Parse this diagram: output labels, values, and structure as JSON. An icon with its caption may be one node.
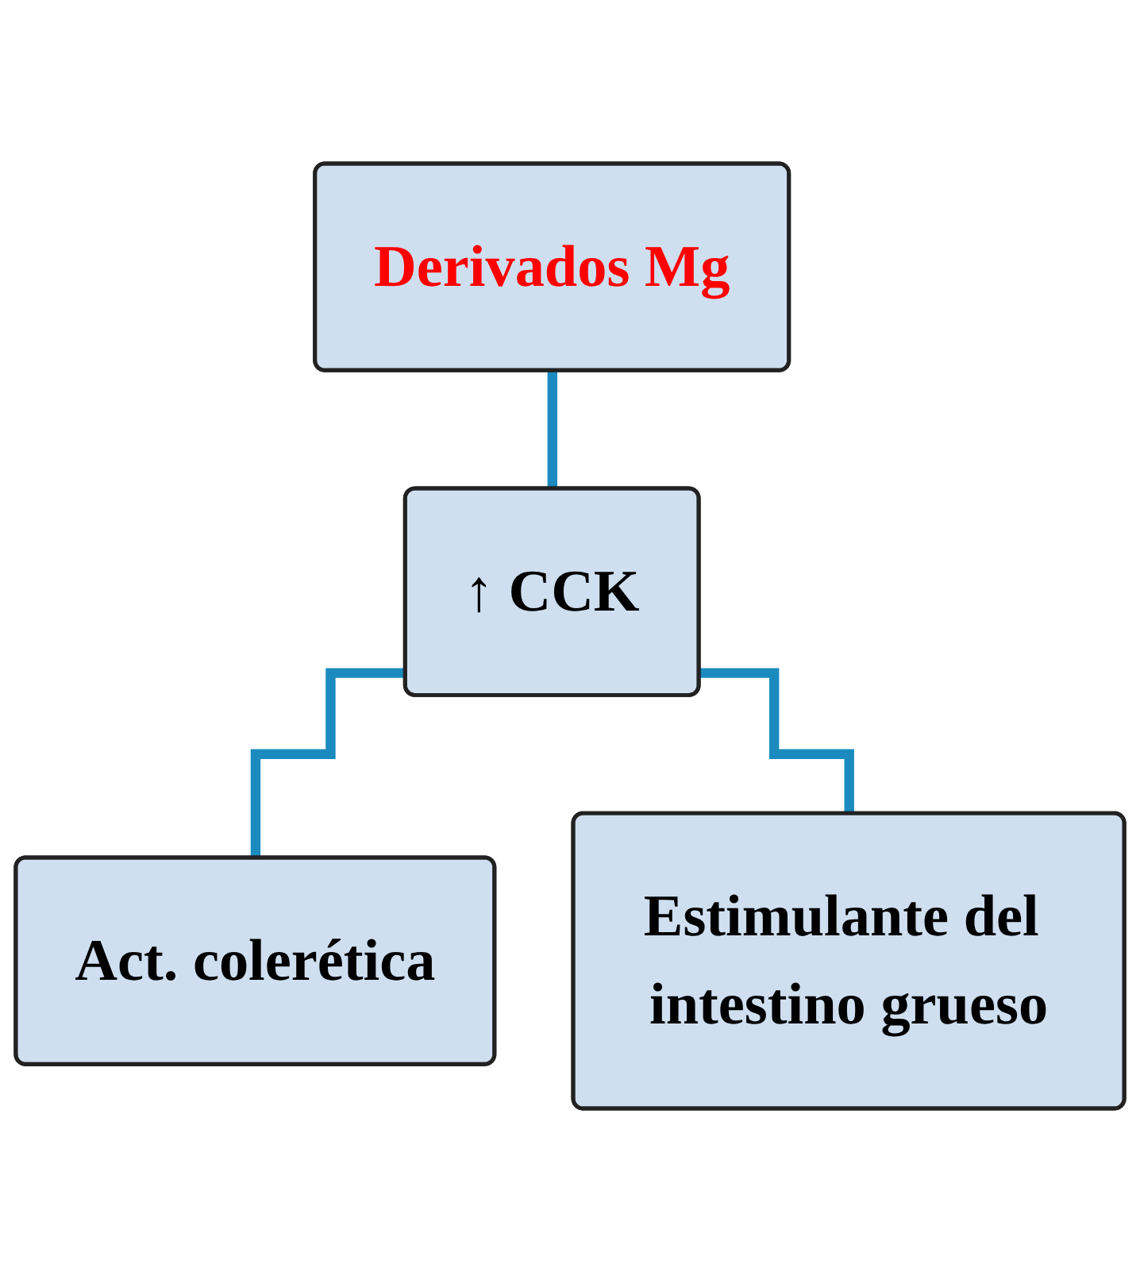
{
  "diagram": {
    "nodes": [
      {
        "text": [
          "Derivados Mg"
        ]
      },
      {
        "text": [
          "↑ CCK"
        ]
      },
      {
        "text": [
          "Act. colerética"
        ]
      },
      {
        "text": [
          "Estimulante del intestino grueso"
        ]
      }
    ],
    "edges": [
      {
        "from": 0,
        "to": 1,
        "arrow": "none"
      },
      {
        "from": 1,
        "to": 2,
        "arrow": "none"
      },
      {
        "from": 1,
        "to": 3,
        "arrow": "none"
      }
    ]
  }
}
